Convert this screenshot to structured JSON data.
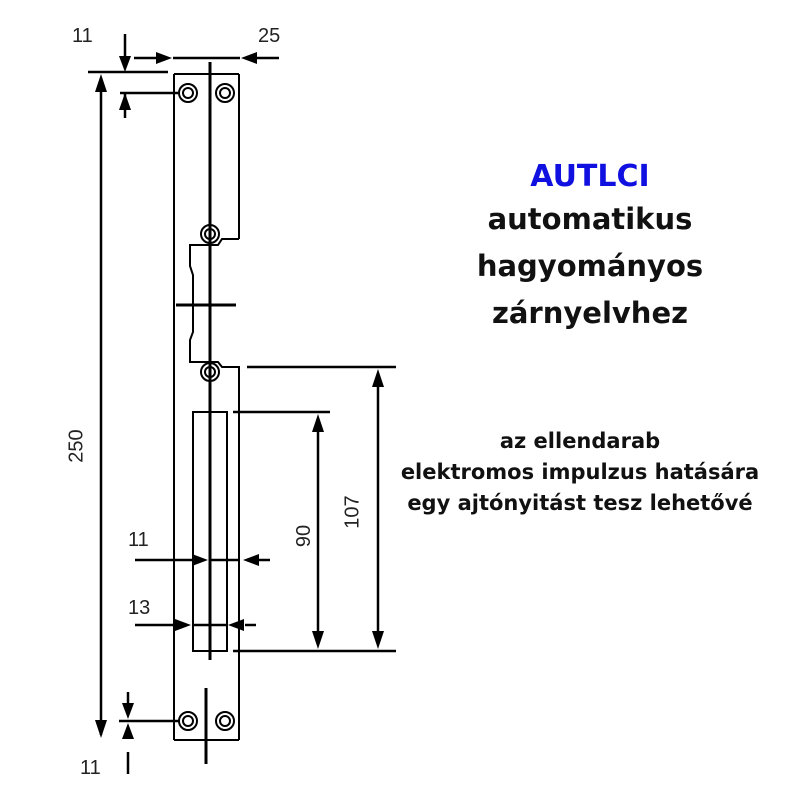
{
  "diagram": {
    "type": "technical-dimension-drawing",
    "subject": "electric door strike plate",
    "units": "mm",
    "colors": {
      "line": "#000000",
      "title_code": "#1010e0",
      "text": "#111111",
      "background": "#ffffff"
    },
    "dimensions": {
      "top_offset": "11",
      "top_width": "25",
      "total_height": "250",
      "strike_opening_length": "107",
      "slot_length": "90",
      "slot_width_inner": "11",
      "slot_width_outer": "13",
      "bottom_offset": "11"
    }
  },
  "caption": {
    "product_code": "AUTLCI",
    "title_lines": [
      "automatikus",
      "hagyományos",
      "zárnyelvhez"
    ],
    "description_lines": [
      "az ellendarab",
      "elektromos impulzus hatására",
      "egy ajtónyitást tesz lehetővé"
    ]
  }
}
